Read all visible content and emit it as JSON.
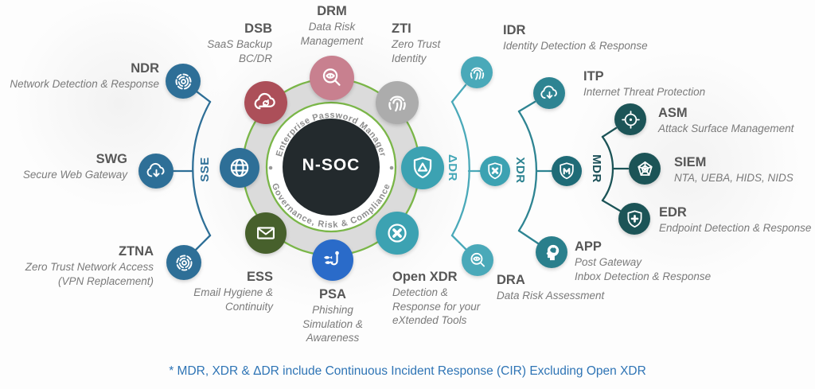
{
  "center": {
    "label": "N-SOC",
    "ring_top": "Enterprise Password Manager",
    "ring_bottom": "Governance, Risk & Compliance"
  },
  "groups": {
    "sse": "SSE",
    "adr": "ΔDR",
    "xdr": "XDR",
    "mdr": "MDR"
  },
  "services": {
    "ndr": {
      "abbr": "NDR",
      "lines": [
        "Network Detection & Response"
      ]
    },
    "swg": {
      "abbr": "SWG",
      "lines": [
        "Secure Web Gateway"
      ]
    },
    "ztna": {
      "abbr": "ZTNA",
      "lines": [
        "Zero Trust Network Access",
        "(VPN Replacement)"
      ]
    },
    "dsb": {
      "abbr": "DSB",
      "lines": [
        "SaaS Backup",
        "BC/DR"
      ]
    },
    "drm": {
      "abbr": "DRM",
      "lines": [
        "Data Risk",
        "Management"
      ]
    },
    "zti": {
      "abbr": "ZTI",
      "lines": [
        "Zero Trust",
        "Identity"
      ]
    },
    "idr": {
      "abbr": "IDR",
      "lines": [
        "Identity Detection & Response"
      ]
    },
    "itp": {
      "abbr": "ITP",
      "lines": [
        "Internet Threat Protection"
      ]
    },
    "asm": {
      "abbr": "ASM",
      "lines": [
        "Attack Surface Management"
      ]
    },
    "siem": {
      "abbr": "SIEM",
      "lines": [
        "NTA, UEBA, HIDS, NIDS"
      ]
    },
    "edr": {
      "abbr": "EDR",
      "lines": [
        "Endpoint Detection & Response"
      ]
    },
    "app": {
      "abbr": "APP",
      "lines": [
        "Post Gateway",
        "Inbox Detection & Response"
      ]
    },
    "dra": {
      "abbr": "DRA",
      "lines": [
        "Data Risk Assessment"
      ]
    },
    "open_xdr": {
      "abbr": "Open XDR",
      "lines": [
        "Detection &",
        "Response for your",
        "eXtended Tools"
      ]
    },
    "psa": {
      "abbr": "PSA",
      "lines": [
        "Phishing",
        "Simulation &",
        "Awareness"
      ]
    },
    "ess": {
      "abbr": "ESS",
      "lines": [
        "Email Hygiene &",
        "Continuity"
      ]
    }
  },
  "footnote": "* MDR, XDR & ΔDR include Continuous Incident Response (CIR) Excluding Open XDR",
  "colors": {
    "blue": "#2E6F97",
    "teal": "#3CA2B2",
    "teal_light": "#4AA9B9",
    "teal_medium": "#2E8492",
    "teal_dark": "#1F6B77",
    "dark_teal": "#1C5457",
    "maroon": "#AC4F59",
    "pink": "#C8808F",
    "gray": "#ACACAC",
    "olive": "#47602C",
    "royal_blue": "#2A6BC9",
    "ring_green": "#7AB648",
    "center_bg": "#232A2D",
    "footnote_blue": "#2E74B5"
  }
}
